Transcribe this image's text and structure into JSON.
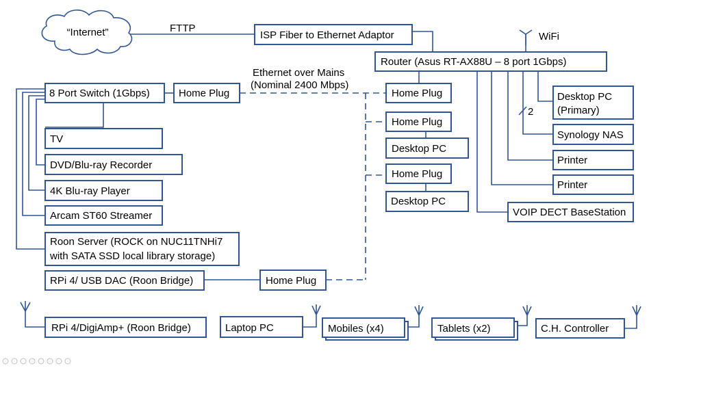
{
  "cloud": {
    "label": "“Internet”"
  },
  "labels": {
    "fttp": "FTTP",
    "wifi": "WiFi",
    "ethernet_mains_1": "Ethernet over Mains",
    "ethernet_mains_2": "(Nominal 2400 Mbps)",
    "count_2": "2"
  },
  "boxes": {
    "isp_adaptor": "ISP Fiber to Ethernet Adaptor",
    "router": "Router (Asus RT-AX88U – 8 port 1Gbps)",
    "switch": "8 Port Switch (1Gbps)",
    "home_plug_left": "Home Plug",
    "home_plug_router": "Home Plug",
    "home_plug_2": "Home Plug",
    "home_plug_3": "Home Plug",
    "home_plug_bottom": "Home Plug",
    "desktop_pc_1": "Desktop PC",
    "desktop_pc_2": "Desktop PC",
    "desktop_primary_1": "Desktop PC",
    "desktop_primary_2": "(Primary)",
    "synology_nas": "Synology NAS",
    "printer_1": "Printer",
    "printer_2": "Printer",
    "voip": "VOIP DECT BaseStation",
    "tv": "TV",
    "dvd_recorder": "DVD/Blu-ray Recorder",
    "bluray_player": "4K Blu-ray Player",
    "arcam": "Arcam ST60 Streamer",
    "roon_server_1": "Roon Server (ROCK on NUC11TNHi7",
    "roon_server_2": "with SATA SSD local library storage)",
    "rpi_usb_dac": "RPi 4/ USB DAC (Roon Bridge)",
    "rpi_digiamp": "RPi 4/DigiAmp+ (Roon Bridge)",
    "laptop": "Laptop PC",
    "mobiles": "Mobiles (x4)",
    "tablets": "Tablets (x2)",
    "ch_controller": "C.H. Controller"
  },
  "colors": {
    "line": "#2f5597",
    "text": "#000000",
    "background": "#ffffff"
  }
}
